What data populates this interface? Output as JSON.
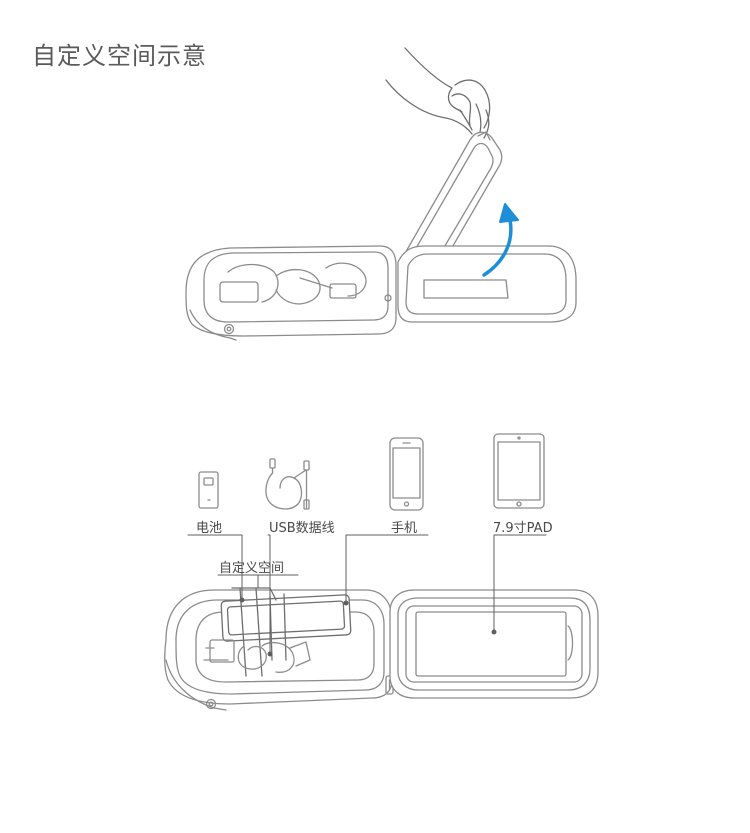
{
  "page": {
    "title": "自定义空间示意"
  },
  "diagram": {
    "colors": {
      "line": "#8c8c8c",
      "line_dark": "#5f5f5f",
      "fill": "#ffffff",
      "arrow": "#1e8fd6"
    },
    "items": [
      {
        "id": "battery",
        "label": "电池",
        "icon": "power-bank-icon"
      },
      {
        "id": "cable",
        "label": "USB数据线",
        "icon": "usb-cable-icon"
      },
      {
        "id": "phone",
        "label": "手机",
        "icon": "smartphone-icon"
      },
      {
        "id": "pad",
        "label": "7.9寸PAD",
        "icon": "tablet-icon"
      }
    ],
    "custom_space_label": "自定义空间"
  }
}
